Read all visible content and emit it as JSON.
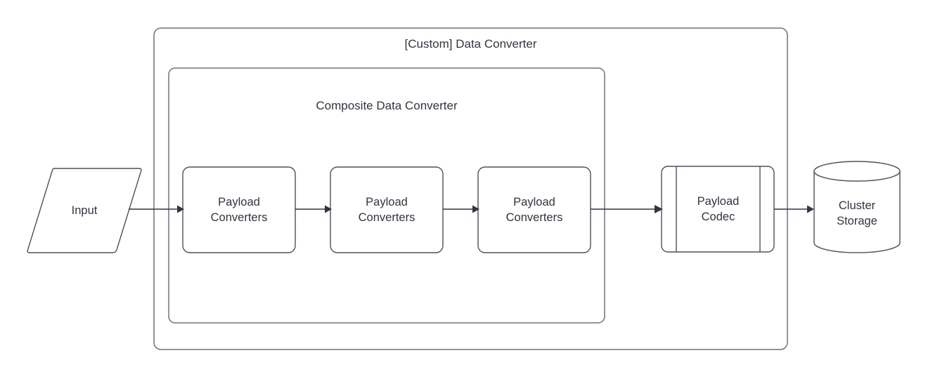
{
  "diagram": {
    "type": "flowchart",
    "background_color": "#ffffff",
    "stroke_color": "#4a5160",
    "container_stroke_color": "#6b7280",
    "text_color": "#2f3640",
    "containers": [
      {
        "id": "custom-data-converter",
        "label": "[Custom] Data Converter",
        "shape": "rounded-rectangle"
      },
      {
        "id": "composite-data-converter",
        "label": "Composite Data Converter",
        "shape": "rounded-rectangle"
      }
    ],
    "nodes": [
      {
        "id": "input",
        "label": "Input",
        "shape": "parallelogram",
        "icon": "input-data-shape"
      },
      {
        "id": "payload-converters-1",
        "label": "Payload\nConverters",
        "shape": "rounded-rectangle"
      },
      {
        "id": "payload-converters-2",
        "label": "Payload\nConverters",
        "shape": "rounded-rectangle"
      },
      {
        "id": "payload-converters-3",
        "label": "Payload\nConverters",
        "shape": "rounded-rectangle"
      },
      {
        "id": "payload-codec",
        "label": "Payload\nCodec",
        "shape": "subroutine"
      },
      {
        "id": "cluster-storage",
        "label": "Cluster\nStorage",
        "shape": "cylinder"
      }
    ],
    "edges": [
      {
        "id": "edge-input-to-pc1",
        "from": "input",
        "to": "payload-converters-1",
        "arrow": "single"
      },
      {
        "id": "edge-pc1-to-pc2",
        "from": "payload-converters-1",
        "to": "payload-converters-2",
        "arrow": "single"
      },
      {
        "id": "edge-pc2-to-pc3",
        "from": "payload-converters-2",
        "to": "payload-converters-3",
        "arrow": "single"
      },
      {
        "id": "edge-pc3-to-codec",
        "from": "payload-converters-3",
        "to": "payload-codec",
        "arrow": "single"
      },
      {
        "id": "edge-codec-to-storage",
        "from": "payload-codec",
        "to": "cluster-storage",
        "arrow": "single"
      }
    ]
  }
}
